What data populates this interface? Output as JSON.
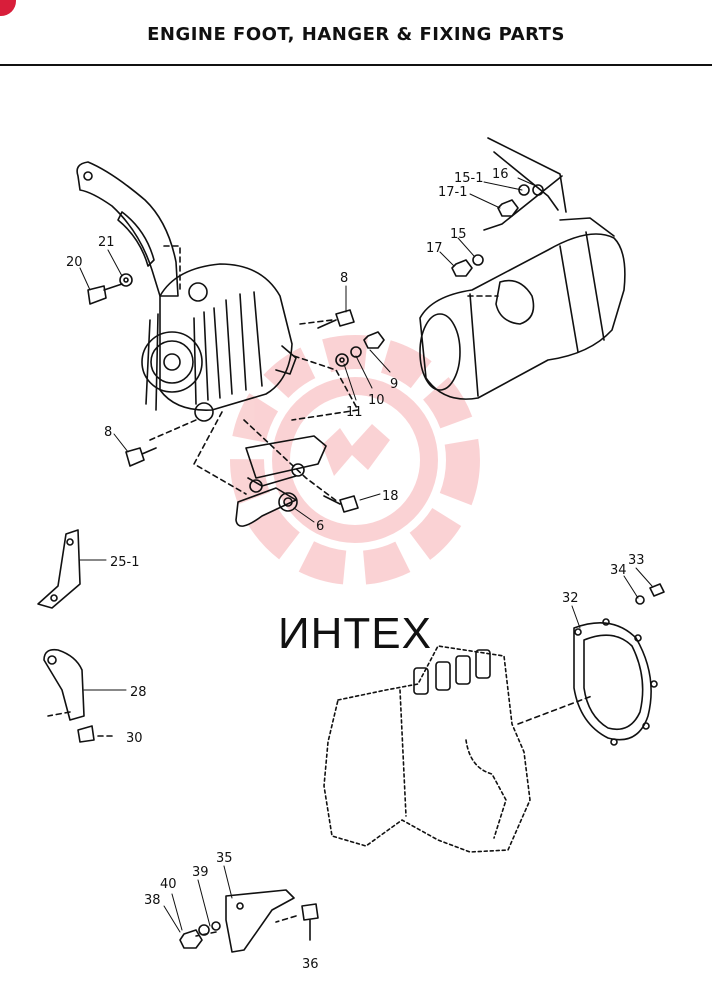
{
  "header": {
    "title": "ENGINE FOOT, HANGER & FIXING PARTS"
  },
  "watermark": {
    "text": "ИНТЕХ",
    "color": "#e8262f",
    "text_color": "#d4d4d4"
  },
  "colors": {
    "ink": "#111111",
    "brand_corner": "#d81e3a"
  },
  "callouts": {
    "c6": "6",
    "c8a": "8",
    "c8b": "8",
    "c9": "9",
    "c10": "10",
    "c11": "11",
    "c15": "15",
    "c15_1": "15-1",
    "c16": "16",
    "c17": "17",
    "c17_1": "17-1",
    "c18": "18",
    "c20": "20",
    "c21": "21",
    "c25_1": "25-1",
    "c28": "28",
    "c30": "30",
    "c32": "32",
    "c33": "33",
    "c34": "34",
    "c35": "35",
    "c36": "36",
    "c38": "38",
    "c39": "39",
    "c40": "40"
  }
}
